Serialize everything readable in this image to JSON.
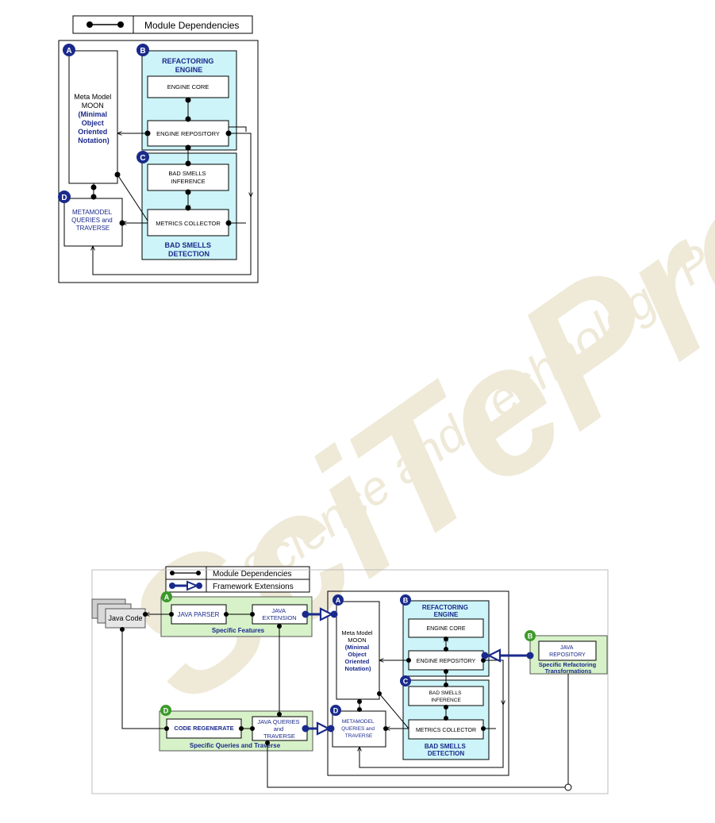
{
  "watermark": {
    "logo": "SciTePress",
    "tagline": "Science and Technology Publications"
  },
  "legend": {
    "module_dependencies": "Module Dependencies",
    "framework_extensions": "Framework Extensions"
  },
  "badges": {
    "a": "A",
    "b": "B",
    "c": "C",
    "d": "D"
  },
  "core": {
    "meta_model": [
      "Meta Model",
      "MOON",
      "(Minimal",
      "Object",
      "Oriented",
      "Notation)"
    ],
    "refactoring_engine": [
      "REFACTORING",
      "ENGINE"
    ],
    "engine_core": "ENGINE CORE",
    "engine_repository": "ENGINE REPOSITORY",
    "bad_smells_inference": [
      "BAD SMELLS",
      "INFERENCE"
    ],
    "metrics_collector": "METRICS COLLECTOR",
    "bad_smells_detection": [
      "BAD SMELLS",
      "DETECTION"
    ],
    "metamodel_queries": [
      "METAMODEL",
      "QUERIES and",
      "TRAVERSE"
    ]
  },
  "java": {
    "java_code": "Java Code",
    "java_parser": "JAVA PARSER",
    "java_extension": [
      "JAVA",
      "EXTENSION"
    ],
    "specific_features": "Specific Features",
    "code_regenerate": "CODE REGENERATE",
    "java_queries": [
      "JAVA QUERIES",
      "and",
      "TRAVERSE"
    ],
    "specific_queries": "Specific Queries and Traverse",
    "java_repository": [
      "JAVA",
      "REPOSITORY"
    ],
    "specific_refactoring": [
      "Specific Refactoring",
      "Transformations"
    ]
  },
  "colors": {
    "navy": "#1a2a8c",
    "cyan_fill": "#cdf4f8",
    "green_fill": "#d7f2c8",
    "green_badge": "#3c9a2a",
    "line": "#000000"
  }
}
